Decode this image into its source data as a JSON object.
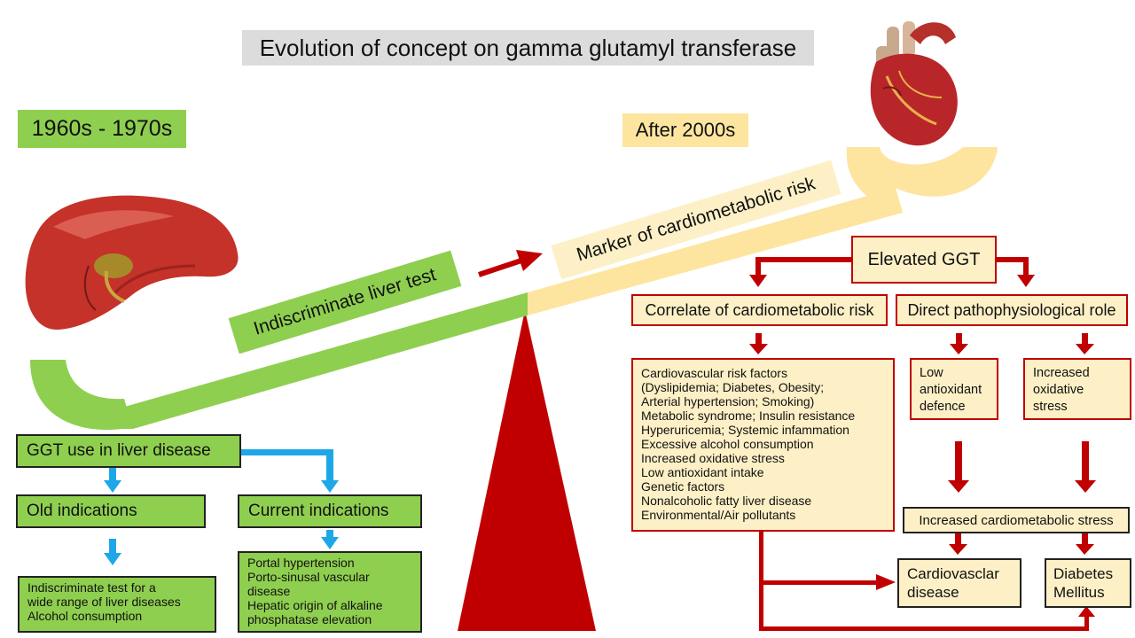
{
  "title": "Evolution of concept on gamma glutamyl transferase",
  "eras": {
    "left": "1960s - 1970s",
    "right": "After 2000s"
  },
  "beam": {
    "left_label": "Indiscriminate liver test",
    "right_label": "Marker of cardiometabolic risk"
  },
  "liver_panel": {
    "root": "GGT use in liver disease",
    "old_indications": {
      "label": "Old indications",
      "items": [
        "Indiscriminate test for a",
        "wide range of liver diseases",
        "Alcohol consumption"
      ]
    },
    "current_indications": {
      "label": "Current indications",
      "items": [
        "Portal hypertension",
        "Porto-sinusal vascular",
        "disease",
        "Hepatic origin of alkaline",
        "phosphatase elevation"
      ]
    }
  },
  "cardio_panel": {
    "root": "Elevated GGT",
    "correlate": {
      "label": "Correlate of cardiometabolic risk",
      "items": [
        "Cardiovascular risk factors",
        "(Dyslipidemia; Diabetes, Obesity;",
        "Arterial hypertension; Smoking)",
        "Metabolic syndrome; Insulin resistance",
        "Hyperuricemia; Systemic infammation",
        "Excessive alcohol consumption",
        "Increased oxidative  stress",
        "Low antioxidant intake",
        "Genetic factors",
        "Nonalcoholic fatty liver disease",
        "Environmental/Air pollutants"
      ]
    },
    "direct": {
      "label": "Direct pathophysiological role",
      "low_antioxidant": [
        "Low",
        "antioxidant",
        "defence"
      ],
      "oxidative_stress": [
        "Increased",
        "oxidative",
        "stress"
      ]
    },
    "stress": "Increased cardiometabolic stress",
    "outcomes": {
      "cvd": [
        "Cardiovasclar",
        "disease"
      ],
      "diabetes": [
        "Diabetes",
        "Mellitus"
      ]
    }
  },
  "colors": {
    "green": "#8fcf50",
    "yellow": "#fde5a0",
    "red": "#c00000",
    "blue": "#1ea7e8",
    "title_bg": "#dcdcdc"
  }
}
